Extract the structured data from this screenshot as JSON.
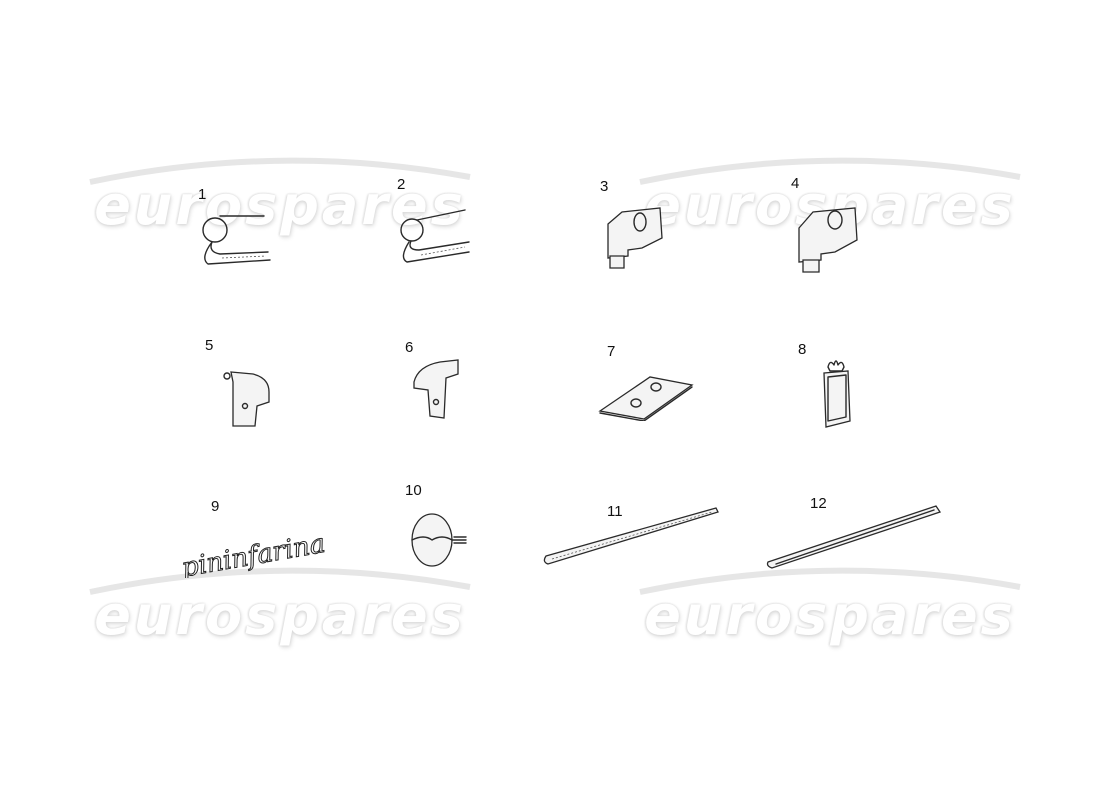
{
  "watermark": {
    "text": "eurospares",
    "color": "#ffffff",
    "shadow_color": "#d8d8d8",
    "positions": [
      "top-left",
      "top-right",
      "bottom-left",
      "bottom-right"
    ]
  },
  "parts": [
    {
      "number": "1",
      "name": "hinge-seal-profile"
    },
    {
      "number": "2",
      "name": "hinge-seal-profile-variant"
    },
    {
      "number": "3",
      "name": "corner-bracket-left"
    },
    {
      "number": "4",
      "name": "corner-bracket-right"
    },
    {
      "number": "5",
      "name": "t-bracket-left"
    },
    {
      "number": "6",
      "name": "t-bracket-right"
    },
    {
      "number": "7",
      "name": "mounting-plate"
    },
    {
      "number": "8",
      "name": "crown-badge"
    },
    {
      "number": "9",
      "name": "pininfarina-script-badge",
      "script": "pininfarina"
    },
    {
      "number": "10",
      "name": "knob"
    },
    {
      "number": "11",
      "name": "trim-strip"
    },
    {
      "number": "12",
      "name": "trim-strip-long"
    }
  ]
}
